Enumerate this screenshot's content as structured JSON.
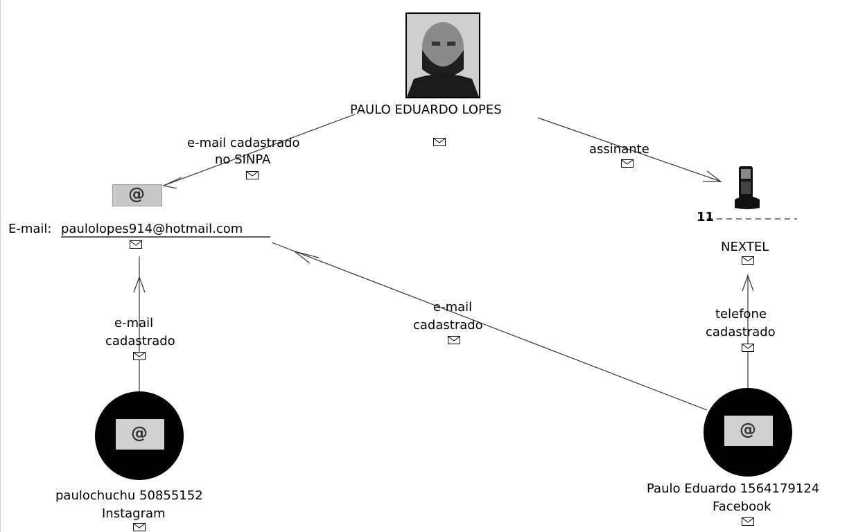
{
  "nodes": {
    "person": {
      "name": "PAULO EDUARDO LOPES"
    },
    "email": {
      "prefix": "E-mail:",
      "address": "paulolopes914@hotmail.com"
    },
    "phone": {
      "number": "11",
      "carrier": "NEXTEL"
    },
    "instagram": {
      "line1": "paulochuchu 50855152",
      "line2": "Instagram"
    },
    "facebook": {
      "line1": "Paulo Eduardo 1564179124",
      "line2": "Facebook"
    }
  },
  "edges": {
    "person_email": {
      "line1": "e-mail cadastrado",
      "line2": "no SINPA"
    },
    "person_phone": {
      "line1": "assinante"
    },
    "instagram_email": {
      "line1": "e-mail",
      "line2": "cadastrado"
    },
    "facebook_email": {
      "line1": "e-mail",
      "line2": "cadastrado"
    },
    "facebook_phone": {
      "line1": "telefone",
      "line2": "cadastrado"
    }
  },
  "icons": {
    "at_symbol": "@",
    "envelope": "envelope-icon",
    "phone": "mobile-phone-icon",
    "photo": "person-photo"
  }
}
